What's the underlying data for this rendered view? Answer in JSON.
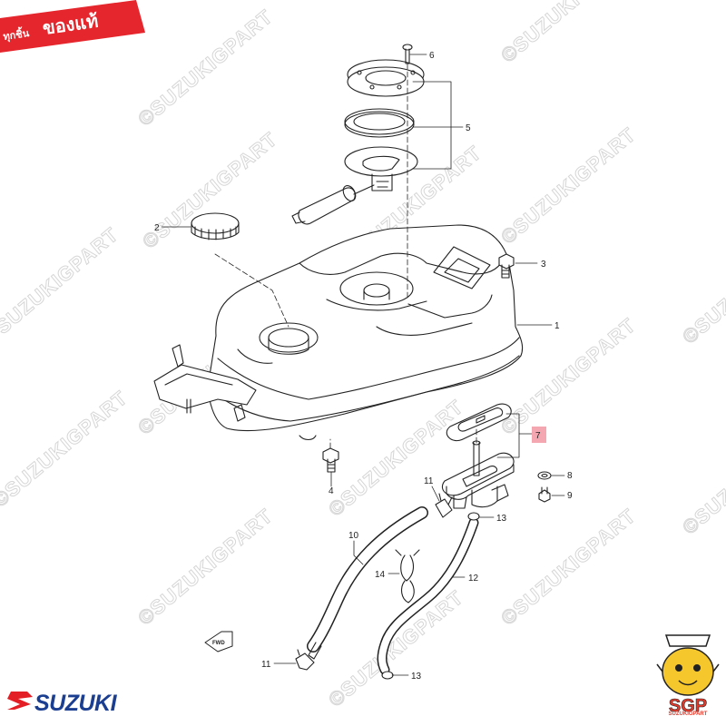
{
  "badge": {
    "text_small": "ทุกชิ้น",
    "text_large": "ของแท้",
    "color": "#e6262d"
  },
  "watermark": {
    "text": "©SUZUKIGPART",
    "color": "#d6d6d6"
  },
  "brand": {
    "name": "SUZUKI",
    "color": "#1b3e91",
    "logo_color": "#e31e24"
  },
  "mascot": {
    "label": "SGP",
    "caption": "SUZUKIGPART",
    "color": "#e53b2c"
  },
  "fwd_label": "FWD",
  "callouts": [
    {
      "id": "c6",
      "label": "6"
    },
    {
      "id": "c5",
      "label": "5"
    },
    {
      "id": "c2",
      "label": "2"
    },
    {
      "id": "c3",
      "label": "3"
    },
    {
      "id": "c1",
      "label": "1"
    },
    {
      "id": "c7",
      "label": "7"
    },
    {
      "id": "c8",
      "label": "8"
    },
    {
      "id": "c9",
      "label": "9"
    },
    {
      "id": "c4",
      "label": "4"
    },
    {
      "id": "c11a",
      "label": "11"
    },
    {
      "id": "c13a",
      "label": "13"
    },
    {
      "id": "c10",
      "label": "10"
    },
    {
      "id": "c12",
      "label": "12"
    },
    {
      "id": "c14",
      "label": "14"
    },
    {
      "id": "c11b",
      "label": "11"
    },
    {
      "id": "c13b",
      "label": "13"
    }
  ],
  "highlight_color": "#f4a7b0"
}
